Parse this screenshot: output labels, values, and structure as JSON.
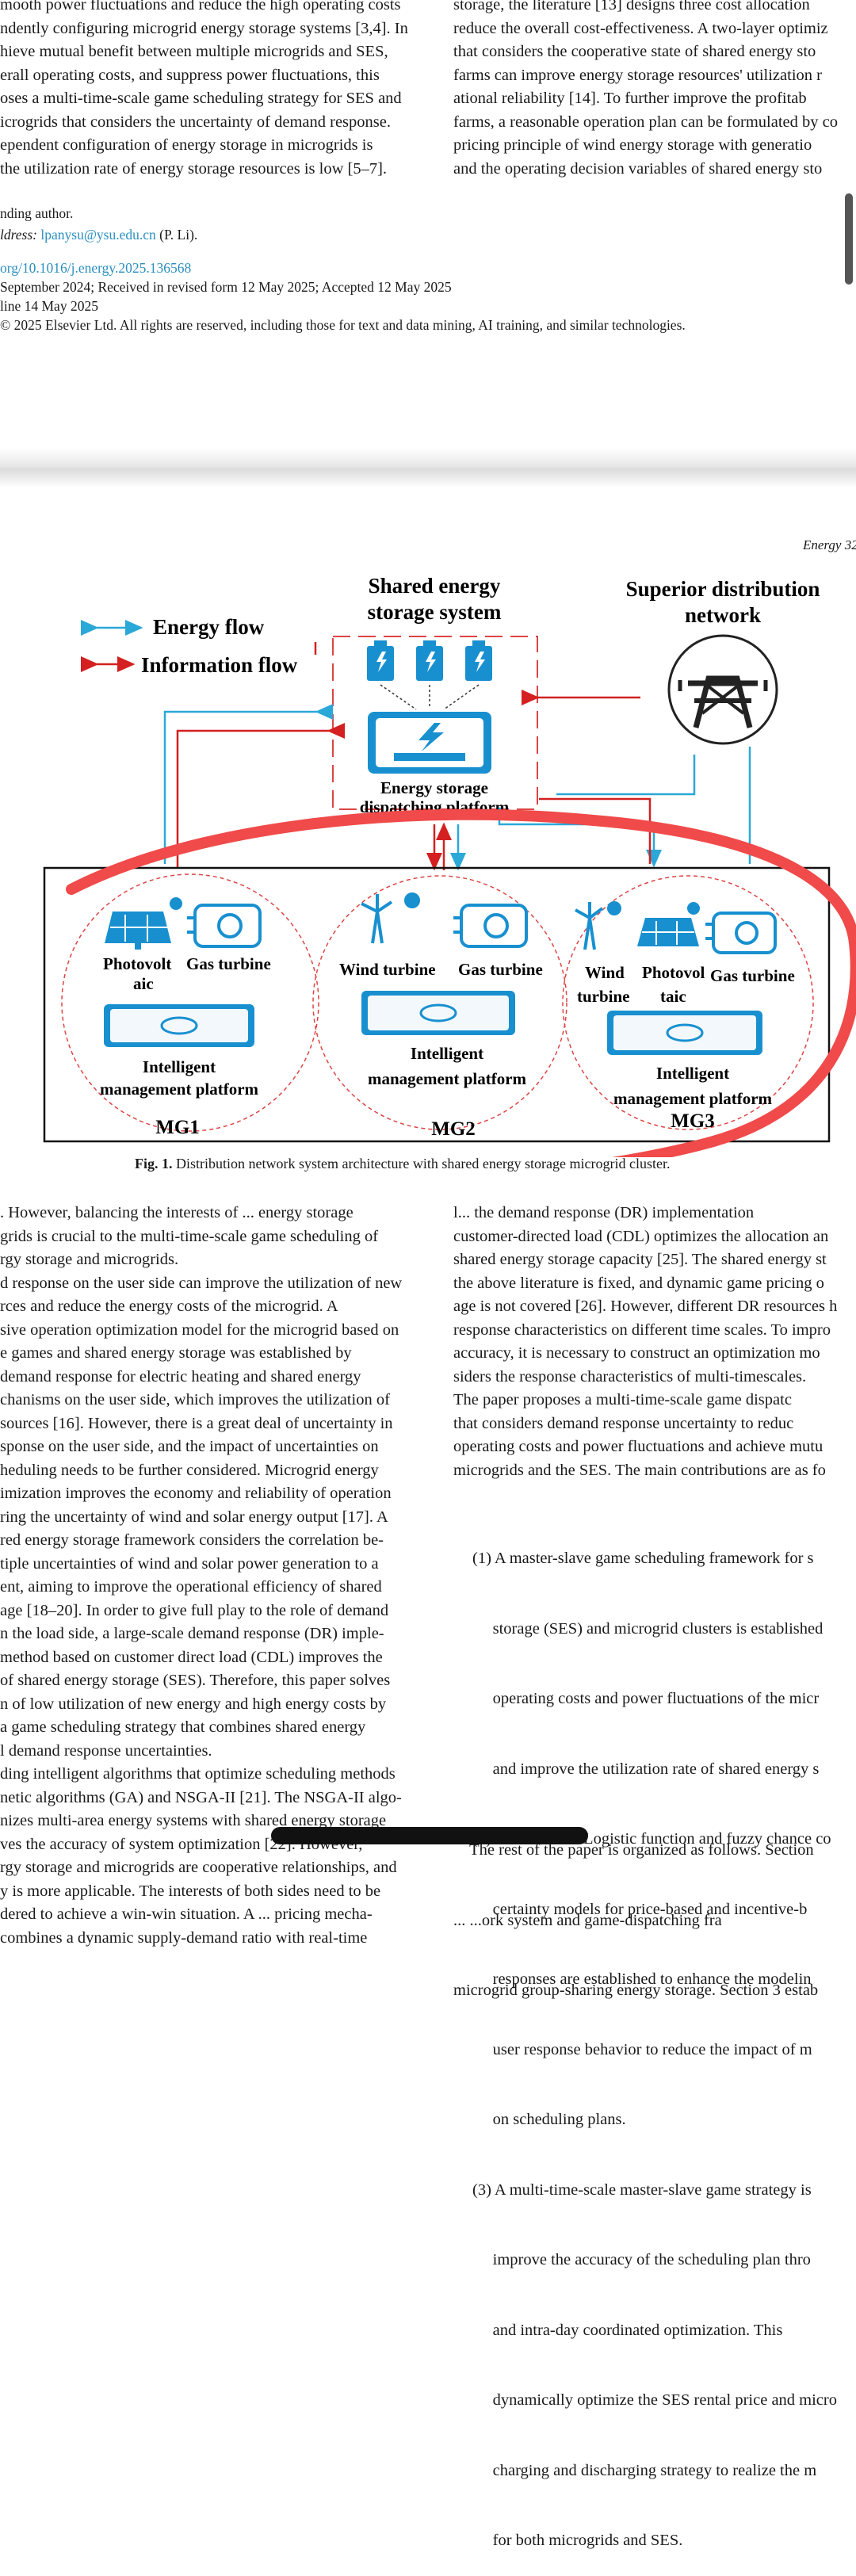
{
  "top_left_lines": [
    "mooth power fluctuations and reduce the high operating costs",
    "ndently configuring microgrid energy storage systems [3,4]. In",
    "hieve mutual benefit between multiple microgrids and SES,",
    "erall operating costs, and suppress power fluctuations, this",
    "oses a multi-time-scale game scheduling strategy for SES and",
    "icrogrids that considers the uncertainty of demand response.",
    "ependent configuration of energy storage in microgrids is",
    "the utilization rate of energy storage resources is low [5–7]."
  ],
  "top_right_lines": [
    "storage, the literature [13] designs three cost allocation",
    "reduce the overall cost-effectiveness. A two-layer optimiz",
    "that considers the cooperative state of shared energy sto",
    "farms can improve energy storage resources' utilization r",
    "ational reliability [14]. To further improve the profitab",
    "farms, a reasonable operation plan can be formulated by co",
    "pricing principle of wind energy storage with generatio",
    "and the operating decision variables of shared energy sto"
  ],
  "meta": {
    "corresponding": "nding author.",
    "address_label": "ldress:",
    "email": "lpanysu@ysu.edu.cn",
    "email_suffix": "(P. Li).",
    "doi": "org/10.1016/j.energy.2025.136568",
    "received": " September 2024; Received in revised form 12 May 2025; Accepted 12 May 2025",
    "online": "line 14 May 2025",
    "copyright": "© 2025 Elsevier Ltd. All rights are reserved, including those for text and data mining, AI training, and similar technologies."
  },
  "journal_header": "Energy 32",
  "figure": {
    "legend_energy": "Energy flow",
    "legend_info": "Information flow",
    "ses_title_1": "Shared energy",
    "ses_title_2": "storage system",
    "grid_title_1": "Superior distribution",
    "grid_title_2": "network",
    "platform_1": "Energy storage",
    "platform_2": "dispatching platform",
    "mg1": {
      "a1": "Photovolt",
      "a2": "aic",
      "b": "Gas turbine",
      "p1": "Intelligent",
      "p2": "management platform",
      "name": "MG1"
    },
    "mg2": {
      "a": "Wind turbine",
      "b": "Gas turbine",
      "p1": "Intelligent",
      "p2": "management platform",
      "name": "MG2"
    },
    "mg3": {
      "a1": "Wind",
      "a2": "turbine",
      "b1": "Photovol",
      "b2": "taic",
      "c": "Gas turbine",
      "p1": "Intelligent",
      "p2": "management platform",
      "name": "MG3"
    },
    "colors": {
      "energy": "#2aa8d8",
      "info": "#d42020",
      "annotation": "#f04a4a",
      "dashed": "#d44"
    }
  },
  "caption": {
    "label": "Fig. 1.",
    "text": "Distribution network system architecture with shared energy storage microgrid cluster."
  },
  "lower_left_lines": [
    ". However, balancing the interests of ... energy storage",
    "grids is crucial to the multi-time-scale game scheduling of",
    "rgy storage and microgrids.",
    "d response on the user side can improve the utilization of new",
    "rces and reduce the energy costs of the microgrid. A",
    "sive operation optimization model for the microgrid based on",
    "e games and shared energy storage was established by",
    " demand response for electric heating and shared energy",
    "chanisms on the user side, which improves the utilization of",
    " sources [16]. However, there is a great deal of uncertainty in",
    "sponse on the user side, and the impact of uncertainties on",
    "heduling needs to be further considered. Microgrid energy",
    "imization improves the economy and reliability of operation",
    "ring the uncertainty of wind and solar energy output [17]. A",
    "red energy storage framework considers the correlation be-",
    "tiple uncertainties of wind and solar power generation to a",
    "ent, aiming to improve the operational efficiency of shared",
    "age [18–20]. In order to give full play to the role of demand",
    "n the load side, a large-scale demand response (DR) imple-",
    "method based on customer direct load (CDL) improves the",
    "of shared energy storage (SES). Therefore, this paper solves",
    "n of low utilization of new energy and high energy costs by",
    " a game scheduling strategy that combines shared energy",
    "l demand response uncertainties.",
    "ding intelligent algorithms that optimize scheduling methods",
    "netic algorithms (GA) and NSGA-II [21]. The NSGA-II algo-",
    "nizes multi-area energy systems with shared energy storage",
    "ves the accuracy of system optimization [22]. However,",
    "rgy storage and microgrids are cooperative relationships, and",
    "y is more applicable. The interests of both sides need to be",
    "dered to achieve a win-win situation. A ... pricing mecha-",
    "combines a dynamic supply-demand ratio with real-time"
  ],
  "lower_right_lines": [
    "l... the demand response (DR) implementation",
    "customer-directed load (CDL) optimizes the allocation an",
    "shared energy storage capacity [25]. The shared energy st",
    "the above literature is fixed, and dynamic game pricing o",
    "age is not covered [26]. However, different DR resources h",
    "response characteristics on different time scales. To impro",
    "accuracy, it is necessary to construct an optimization mo",
    "siders the response characteristics of multi-timescales.",
    "    The paper proposes a multi-time-scale game dispatc",
    "that considers demand response uncertainty to reduc",
    "operating costs and power fluctuations and achieve mutu",
    "microgrids and the SES. The main contributions are as fo"
  ],
  "contributions": [
    [
      "(1) A master-slave game scheduling framework for s",
      "     storage (SES) and microgrid clusters is established",
      "     operating costs and power fluctuations of the micr",
      "     and improve the utilization rate of shared energy s"
    ],
    [
      "(2) Based on the Logistic function and fuzzy chance co",
      "     certainty models for price-based and incentive-b",
      "     responses are established to enhance the modelin",
      "     user response behavior to reduce the impact of m",
      "     on scheduling plans."
    ],
    [
      "(3) A multi-time-scale master-slave game strategy is",
      "     improve the accuracy of the scheduling plan thro",
      "     and intra-day coordinated optimization. This",
      "     dynamically optimize the SES rental price and micro",
      "     charging and discharging strategy to realize the m",
      "     for both microgrids and SES."
    ]
  ],
  "last_lines": [
    "    The rest of the paper is organized as follows. Section",
    "... ...ork system and game-dispatching fra",
    "microgrid group-sharing energy storage. Section 3 estab"
  ]
}
